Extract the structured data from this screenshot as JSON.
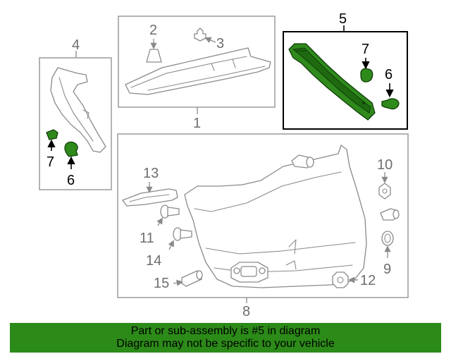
{
  "callouts": {
    "c1": "1",
    "c2": "2",
    "c3": "3",
    "c4": "4",
    "c5": "5",
    "c6a": "6",
    "c7a": "7",
    "c6b": "6",
    "c7b": "7",
    "c8": "8",
    "c9": "9",
    "c10": "10",
    "c11": "11",
    "c12": "12",
    "c13": "13",
    "c14": "14",
    "c15": "15"
  },
  "highlight": {
    "color": "#2f8a1c",
    "part_number": "5"
  },
  "banner": {
    "line1": "Part or sub-assembly is #5 in diagram",
    "line2": "Diagram may not be specific to your vehicle",
    "background": "#2c8a18"
  }
}
